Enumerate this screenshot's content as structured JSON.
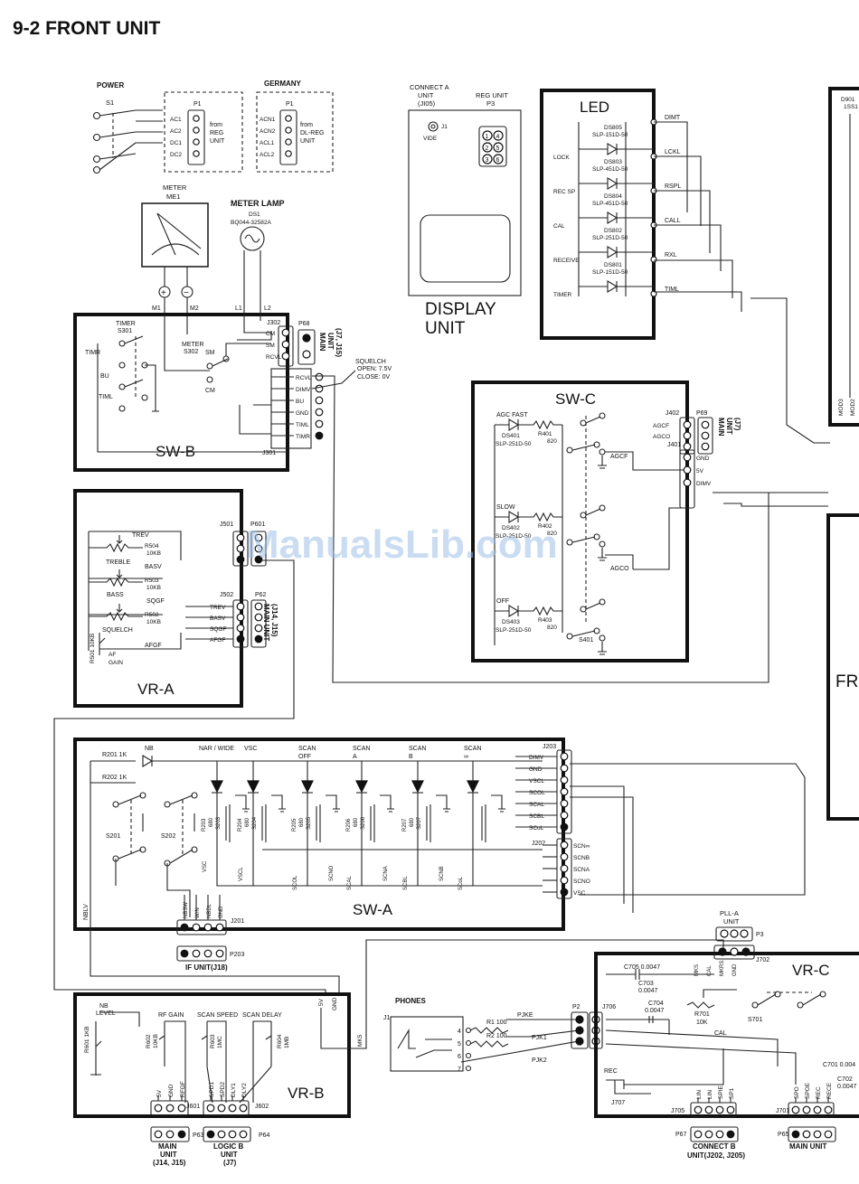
{
  "page_title": "9-2  FRONT UNIT",
  "watermark": "ManualsLib.com",
  "power": {
    "label": "POWER",
    "switch": "S1",
    "connector": "P1",
    "pins": [
      "AC1",
      "AC2",
      "DC1",
      "DC2"
    ],
    "note": [
      "from",
      "REG",
      "UNIT"
    ]
  },
  "germany": {
    "label": "GERMANY",
    "connector": "P1",
    "pins": [
      "ACN1",
      "ACN2",
      "ACL1",
      "ACL2"
    ],
    "note": [
      "from",
      "DL-REG",
      "UNIT"
    ]
  },
  "meter": {
    "label": "METER",
    "ref": "ME1",
    "plus": "+",
    "minus": "−",
    "m1": "M1",
    "m2": "M2"
  },
  "meter_lamp": {
    "label": "METER LAMP",
    "ref": "DS1",
    "part": "BQ044-32582A",
    "l1": "L1",
    "l2": "L2"
  },
  "connecta": {
    "label": [
      "CONNECT A",
      "UNIT",
      "(JI05)"
    ],
    "jack": "J1",
    "vide": "VIDE"
  },
  "reg_unit": {
    "label": "REG UNIT",
    "ref": "P3",
    "pins": [
      "1",
      "4",
      "2",
      "5",
      "3",
      "6"
    ]
  },
  "display_unit": [
    "DISPLAY",
    "UNIT"
  ],
  "led": {
    "title": "LED",
    "rows": [
      {
        "func": "",
        "ref": "DS805",
        "part": "SLP-151D-50",
        "sig": "DIMT"
      },
      {
        "func": "LOCK",
        "ref": "DS803",
        "part": "SLP-451D-50",
        "sig": "LCKL"
      },
      {
        "func": "REC SP",
        "ref": "DS804",
        "part": "SLP-451D-50",
        "sig": "RSPL"
      },
      {
        "func": "CAL",
        "ref": "DS802",
        "part": "SLP-251D-50",
        "sig": "CALL"
      },
      {
        "func": "RECEIVE",
        "ref": "DS801",
        "part": "SLP-151D-50",
        "sig": "RXL"
      },
      {
        "func": "TIMER",
        "ref": "",
        "part": "",
        "sig": "TIML"
      }
    ]
  },
  "right_edge": {
    "top": [
      "D901",
      "1SS1"
    ],
    "mods": [
      "MOD3",
      "MOD2"
    ],
    "fr": "FR"
  },
  "sw_b": {
    "title": "SW-B",
    "timer_label": "TIMER",
    "timer_ref": "S301",
    "sw_labels": [
      "TIMR",
      "BU",
      "TIML"
    ],
    "meter_label": "METER",
    "meter_ref": "S302",
    "sm": "SM",
    "cm": "CM",
    "j302": "J302",
    "j301": "J301",
    "j302_pins": [
      "CM",
      "SM",
      "RCVL"
    ],
    "j301_pins": [
      "RCVL",
      "DIMV",
      "BU",
      "GND",
      "TIML",
      "TIMR"
    ],
    "p68": "P68",
    "main_unit": [
      "MAIN",
      "UNIT",
      "(J7, J15)"
    ],
    "squelch": [
      "SQUELCH",
      "OPEN: 7.5V",
      "CLOSE: 0V"
    ]
  },
  "vr_a": {
    "title": "VR-A",
    "j501": "J501",
    "p601": "P601",
    "j502": "J502",
    "p62": "P62",
    "labels": [
      "TREV",
      "TREBLE",
      "BASV",
      "BASS",
      "SQGF",
      "SQUELCH",
      "AFGF"
    ],
    "pots": [
      {
        "ref": "R504",
        "val": "10KB"
      },
      {
        "ref": "R503",
        "val": "10KB"
      },
      {
        "ref": "R502",
        "val": "10KB"
      }
    ],
    "af": [
      "R501 10KB",
      "AF",
      "GAIN"
    ],
    "j502_pins": [
      "TREV",
      "BASV",
      "SQGF",
      "AFGF"
    ],
    "main_unit": [
      "MAIN UNIT",
      "(J14, J15)"
    ]
  },
  "sw_c": {
    "title": "SW-C",
    "rows": [
      {
        "name": "AGC FAST",
        "ref": "DS401",
        "part": "SLP-251D-50",
        "res": "R401 820"
      },
      {
        "name": "SLOW",
        "ref": "DS402",
        "part": "SLP-251D-50",
        "res": "R402 820"
      },
      {
        "name": "OFF",
        "ref": "DS403",
        "part": "SLP-251D-50",
        "res": "R403 820"
      }
    ],
    "j402": "J402",
    "p69": "P69",
    "j402_pins": [
      "AGCF",
      "AGCO"
    ],
    "j401": "J401",
    "j401_pins": [
      "GND",
      "5V",
      "DIMV"
    ],
    "agcf": "AGCF",
    "agco": "AGCO",
    "s401": "S401",
    "main_unit": [
      "MAIN",
      "UNIT",
      "(J7)"
    ]
  },
  "sw_a": {
    "title": "SW-A",
    "r201": "R201 1K",
    "r202": "R202 1K",
    "nb": "NB",
    "s201": "S201",
    "s202": "S202",
    "leds": [
      {
        "top": [
          "NAR / WIDE"
        ],
        "res": [
          "R203",
          "680"
        ],
        "sw": "S203",
        "sig": "VSC",
        "bot": "VSCL"
      },
      {
        "top": [
          "VSC"
        ],
        "res": [
          "R204",
          "680"
        ],
        "sw": "S204",
        "sig": "",
        "bot": ""
      },
      {
        "top": [
          "SCAN",
          "OFF"
        ],
        "res": [
          "R205",
          "680"
        ],
        "sw": "S205",
        "sig": "SCOL",
        "bot": "SCNO"
      },
      {
        "top": [
          "SCAN",
          "A"
        ],
        "res": [
          "R206",
          "680"
        ],
        "sw": "S206",
        "sig": "SCAL",
        "bot": "SCNA"
      },
      {
        "top": [
          "SCAN",
          "B"
        ],
        "res": [
          "R207",
          "680"
        ],
        "sw": "S207",
        "sig": "SCBL",
        "bot": "SCNB"
      },
      {
        "top": [
          "SCAN",
          "∞"
        ],
        "res": [],
        "sw": "",
        "sig": "SCoL",
        "bot": ""
      }
    ],
    "j203": "J203",
    "j203_pins": [
      "DIMV",
      "GND",
      "VSCL",
      "SCOL",
      "SCAL",
      "SCBL",
      "SCoL"
    ],
    "j202": "J202",
    "j202_pins": [
      "SCN∞",
      "SCNB",
      "SCNA",
      "SCNO",
      "VSC"
    ],
    "j201": "J201",
    "j201_pins": [
      "NBSW",
      "W/N",
      "NBDL",
      "GND"
    ],
    "p203": "P203",
    "if_unit": "IF UNIT(J18)",
    "nblv": "NBLV"
  },
  "vr_b": {
    "title": "VR-B",
    "nb_level": [
      "NB",
      "LEVEL"
    ],
    "r601": "R601 1KB",
    "rf_gain": "RF GAIN",
    "scan_speed": "SCAN SPEED",
    "scan_delay": "SCAN DELAY",
    "r602": [
      "R602",
      "10KB"
    ],
    "r603": [
      "R603",
      "1MC"
    ],
    "r604": [
      "R604",
      "1MB"
    ],
    "j601": "J601",
    "j601_pins": [
      "5V",
      "GND",
      "RFGF"
    ],
    "j602": "J602",
    "j602_pins": [
      "SPD1",
      "SPD2",
      "DLY1",
      "DLY2"
    ],
    "p63": "P63",
    "p64": "P64",
    "main_unit": [
      "MAIN",
      "UNIT",
      "(J14, J15)"
    ],
    "logic_b": [
      "LOGIC B",
      "UNIT",
      "(J7)"
    ],
    "v5": "5V",
    "gnd": "GND",
    "mk5": "MK5"
  },
  "phones": {
    "label": "PHONES",
    "jack": "J1",
    "p2": "P2",
    "j706": "J706",
    "pins": [
      "4",
      "5",
      "6",
      "7"
    ],
    "r1": "R1 100",
    "r2": "R2 100",
    "pjke": "PJKE",
    "pjk1": "PJK1",
    "pjk2": "PJK2"
  },
  "vr_c": {
    "title": "VR-C",
    "pll_a": [
      "PLL-A",
      "UNIT"
    ],
    "p3": "P3",
    "j702": "J702",
    "j702_pins": [
      "MKS",
      "CAL",
      "MKRS",
      "GND"
    ],
    "c705": "C705 0.0047",
    "c703": [
      "C703",
      "0.0047"
    ],
    "c704": [
      "C704",
      "0.0047"
    ],
    "r701": [
      "R701",
      "10K"
    ],
    "cal": "CAL",
    "s701": "S701",
    "c701": "C701 0.004",
    "c702": [
      "C702",
      "0.0047"
    ],
    "rec": "REC",
    "j707": "J707",
    "j705": "J705",
    "j705_pins": [
      "LIN",
      "LIN",
      "SPIE",
      "SP1"
    ],
    "p67": "P67",
    "connect_b": [
      "CONNECT B",
      "UNIT(J202, J205)"
    ],
    "j701": "J701",
    "j701_pins": [
      "SPO",
      "SPOE",
      "REC",
      "RECE"
    ],
    "p65": "P65",
    "main_unit": "MAIN UNIT"
  }
}
